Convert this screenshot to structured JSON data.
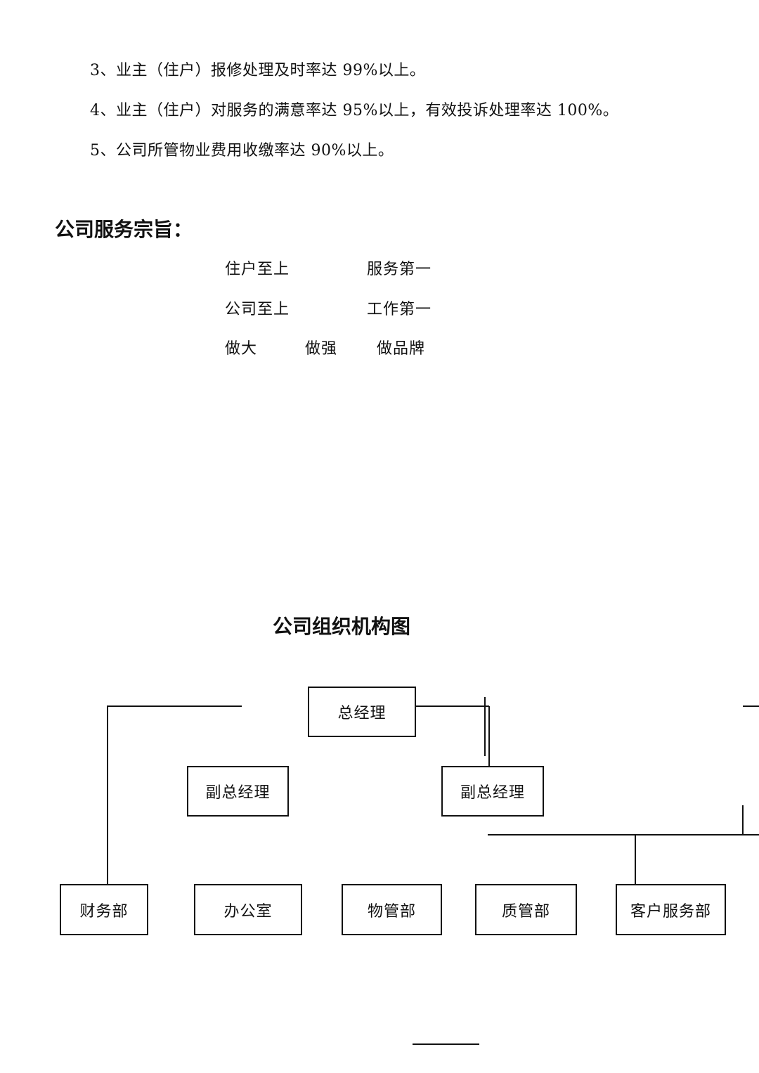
{
  "targets": [
    "3、业主（住户）报修处理及时率达 99%以上。",
    "4、业主（住户）对服务的满意率达 95%以上，有效投诉处理率达 100%。",
    "5、公司所管物业费用收缴率达 90%以上。"
  ],
  "service_heading": "公司服务宗旨：",
  "mottos": {
    "row1": [
      "住户至上",
      "服务第一"
    ],
    "row2": [
      "公司至上",
      "工作第一"
    ],
    "row3": [
      "做大",
      "做强",
      "做品牌"
    ]
  },
  "org_chart": {
    "title": "公司组织机构图",
    "general_manager": "总经理",
    "deputy_left": "副总经理",
    "deputy_right": "副总经理",
    "departments": [
      "财务部",
      "办公室",
      "物管部",
      "质管部",
      "客户服务部"
    ]
  }
}
